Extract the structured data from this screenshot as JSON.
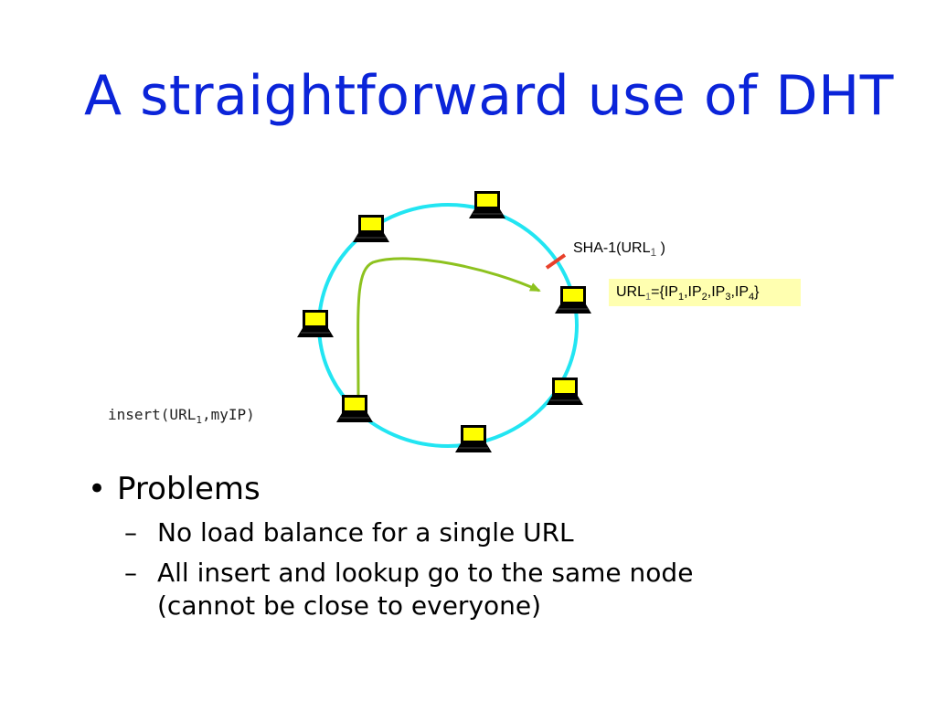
{
  "slide": {
    "title": "A straightforward use of DHT"
  },
  "diagram": {
    "sha_label_main": "SHA-1(URL",
    "sha_label_sub": "1",
    "sha_label_close": " )",
    "url_box": {
      "p1": "URL",
      "s1": "1",
      "p2": "={IP",
      "s2": "1",
      "p3": ",IP",
      "s3": "2",
      "p4": ",IP",
      "s4": "3",
      "p5": ",IP",
      "s5": "4",
      "p6": "}"
    },
    "insert_label": {
      "main": "insert(URL",
      "sub": "1",
      "rest": ",myIP)"
    },
    "colors": {
      "ring": "#22e5f2",
      "arrow": "#8dc21f",
      "marker": "#e8402a",
      "screen": "#ffff00"
    },
    "nodes": [
      {
        "name": "node-top"
      },
      {
        "name": "node-upper-left"
      },
      {
        "name": "node-target"
      },
      {
        "name": "node-left"
      },
      {
        "name": "node-right"
      },
      {
        "name": "node-source"
      },
      {
        "name": "node-bottom"
      }
    ]
  },
  "bullets": {
    "main": {
      "marker": "•",
      "text": "Problems"
    },
    "subs": [
      {
        "marker": "–",
        "lines": [
          "No load balance for a single URL"
        ]
      },
      {
        "marker": "–",
        "lines": [
          "All insert and lookup go to the same node",
          "(cannot be close to everyone)"
        ]
      }
    ]
  }
}
